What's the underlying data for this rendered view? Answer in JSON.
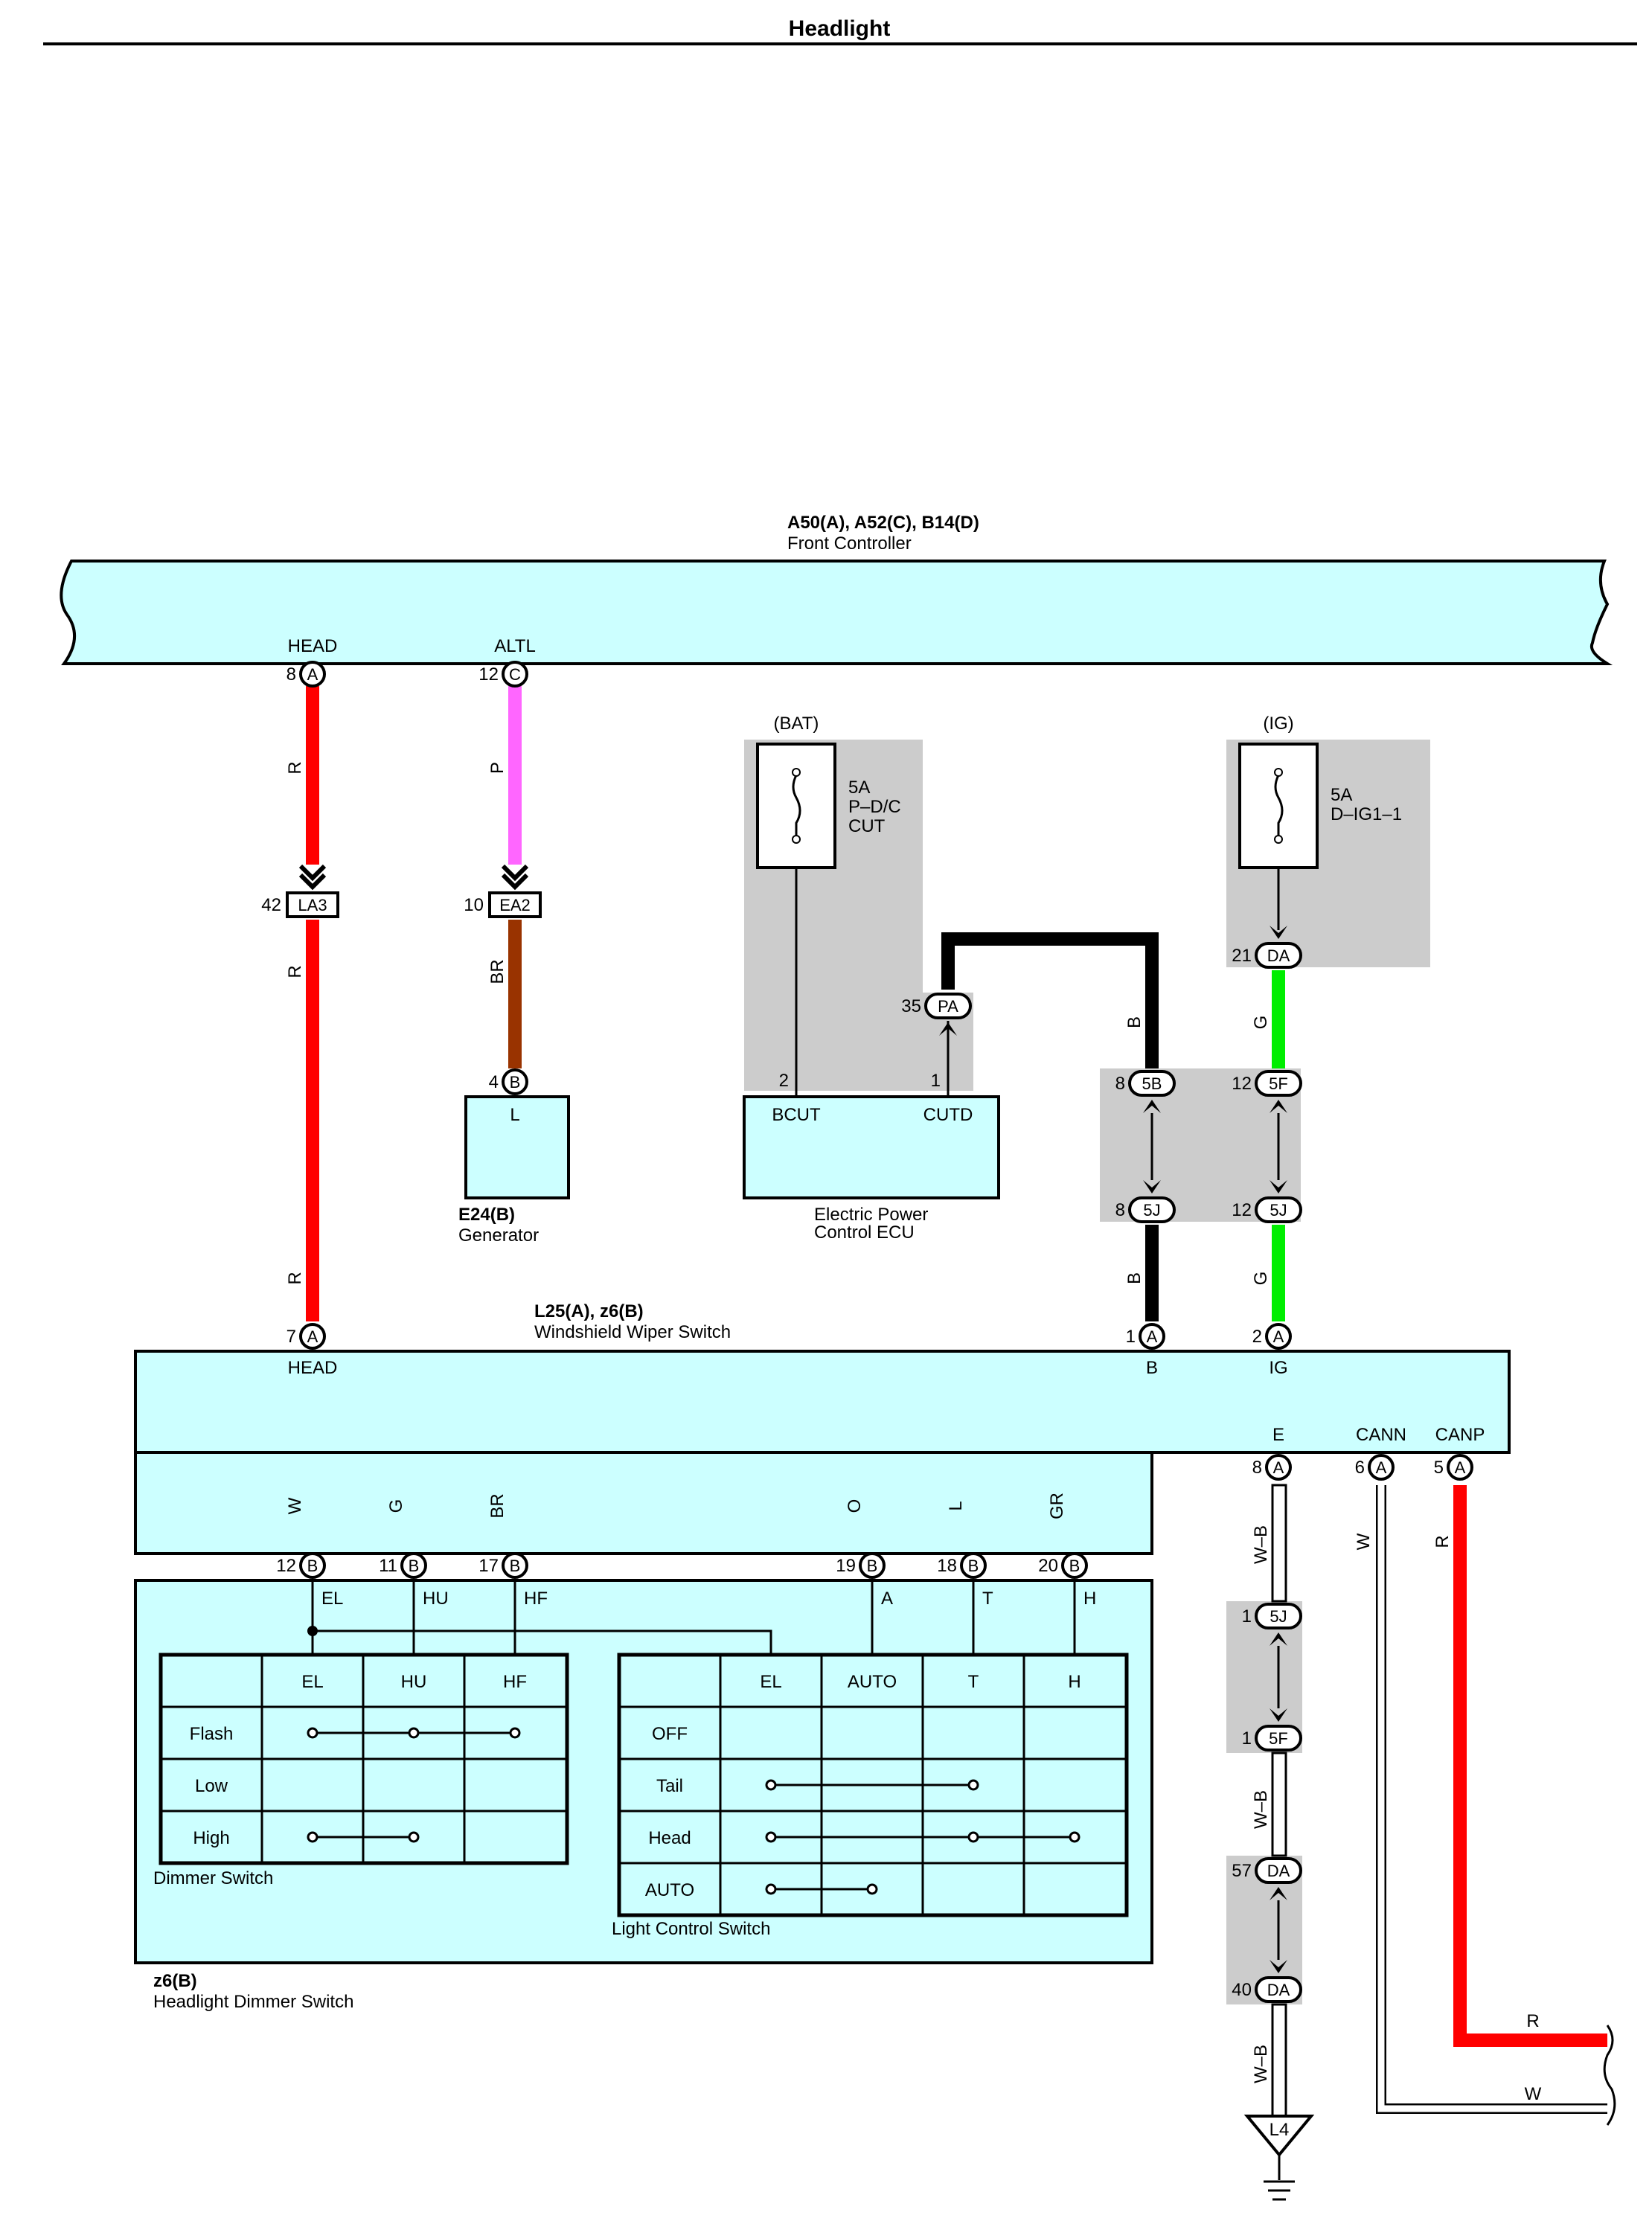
{
  "title": "Headlight",
  "front_controller": {
    "codes": "A50(A), A52(C), B14(D)",
    "name": "Front Controller",
    "pin_head": {
      "label": "HEAD",
      "num": "8",
      "conn": "A"
    },
    "pin_altl": {
      "label": "ALTL",
      "num": "12",
      "conn": "C"
    }
  },
  "junctions": {
    "la3": {
      "num": "42",
      "id": "LA3"
    },
    "ea2": {
      "num": "10",
      "id": "EA2"
    },
    "pa": {
      "num": "35",
      "id": "PA"
    },
    "da21": {
      "num": "21",
      "id": "DA"
    },
    "b5b": {
      "num": "8",
      "id": "5B"
    },
    "f5f": {
      "num": "12",
      "id": "5F"
    },
    "b5j": {
      "num": "8",
      "id": "5J"
    },
    "g5j": {
      "num": "12",
      "id": "5J"
    },
    "e5j": {
      "num": "1",
      "id": "5J"
    },
    "e5f": {
      "num": "1",
      "id": "5F"
    },
    "da57": {
      "num": "57",
      "id": "DA"
    },
    "da40": {
      "num": "40",
      "id": "DA"
    }
  },
  "wires": {
    "head_upper": "R",
    "head_mid": "R",
    "head_lower": "R",
    "altl_upper": "P",
    "altl_lower": "BR",
    "b_upper": "B",
    "b_lower": "B",
    "ig_upper": "G",
    "ig_lower": "G",
    "el": "W",
    "hu": "G",
    "hf": "BR",
    "a": "O",
    "t": "L",
    "h": "GR",
    "e_1": "W–B",
    "e_2": "W–B",
    "e_3": "W–B",
    "cann": "W",
    "canp": "R",
    "canp_end": "R",
    "cann_end": "W"
  },
  "colors": {
    "R": "#ff0000",
    "P": "#ff66ff",
    "BR": "#993300",
    "B": "#000000",
    "G": "#00ee00",
    "O": "#ff8800",
    "L": "#00eeff",
    "GR": "#888888",
    "W": "#ffffff",
    "component_fill": "#ccffff",
    "shade": "#cccccc"
  },
  "generator": {
    "codes": "E24(B)",
    "name": "Generator",
    "pin_num": "4",
    "pin_conn": "B",
    "terminal": "L"
  },
  "ecu": {
    "fuse_source": "(BAT)",
    "fuse_amp": "5A",
    "fuse_name_1": "P–D/C",
    "fuse_name_2": "CUT",
    "pin_bcut_num": "2",
    "pin_bcut": "BCUT",
    "pin_cutd_num": "1",
    "pin_cutd": "CUTD",
    "name_1": "Electric Power",
    "name_2": "Control ECU"
  },
  "ig_fuse": {
    "source": "(IG)",
    "amp": "5A",
    "name": "D–IG1–1"
  },
  "wiper_switch": {
    "codes": "L25(A), z6(B)",
    "name": "Windshield Wiper Switch",
    "pin_head": {
      "num": "7",
      "conn": "A",
      "label": "HEAD"
    },
    "pin_b": {
      "num": "1",
      "conn": "A",
      "label": "B"
    },
    "pin_ig": {
      "num": "2",
      "conn": "A",
      "label": "IG"
    },
    "pin_e": {
      "num": "8",
      "conn": "A",
      "label": "E"
    },
    "pin_cann": {
      "num": "6",
      "conn": "A",
      "label": "CANN"
    },
    "pin_canp": {
      "num": "5",
      "conn": "A",
      "label": "CANP"
    }
  },
  "lower_pins": [
    {
      "num": "12",
      "conn": "B",
      "label": "EL"
    },
    {
      "num": "11",
      "conn": "B",
      "label": "HU"
    },
    {
      "num": "17",
      "conn": "B",
      "label": "HF"
    },
    {
      "num": "19",
      "conn": "B",
      "label": "A"
    },
    {
      "num": "18",
      "conn": "B",
      "label": "T"
    },
    {
      "num": "20",
      "conn": "B",
      "label": "H"
    }
  ],
  "dimmer_table": {
    "headers": [
      "EL",
      "HU",
      "HF"
    ],
    "rows": [
      "Flash",
      "Low",
      "High"
    ],
    "caption": "Dimmer Switch"
  },
  "light_table": {
    "headers": [
      "EL",
      "AUTO",
      "T",
      "H"
    ],
    "rows": [
      "OFF",
      "Tail",
      "Head",
      "AUTO"
    ],
    "caption": "Light Control Switch"
  },
  "dimmer_switch": {
    "codes": "z6(B)",
    "name": "Headlight Dimmer Switch"
  },
  "ground": {
    "id": "L4"
  }
}
